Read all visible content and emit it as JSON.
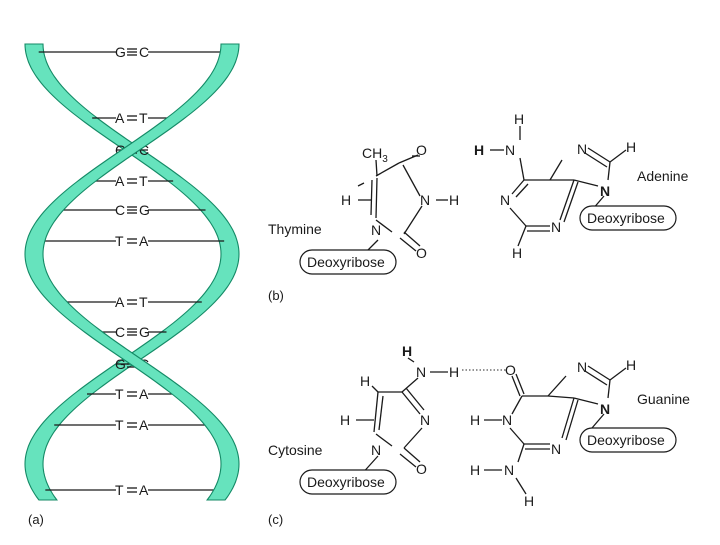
{
  "helix": {
    "colors": {
      "strand_fill": "#66e3bd",
      "strand_edge": "#148a66"
    },
    "pairs": [
      {
        "left": "G",
        "right": "C",
        "bonds": 3
      },
      {
        "left": "A",
        "right": "T",
        "bonds": 2
      },
      {
        "left": "G",
        "right": "C",
        "bonds": 3
      },
      {
        "left": "A",
        "right": "T",
        "bonds": 2
      },
      {
        "left": "C",
        "right": "G",
        "bonds": 3
      },
      {
        "left": "T",
        "right": "A",
        "bonds": 2
      },
      {
        "left": "A",
        "right": "T",
        "bonds": 2
      },
      {
        "left": "C",
        "right": "G",
        "bonds": 3
      },
      {
        "left": "G",
        "right": "C",
        "bonds": 3
      },
      {
        "left": "T",
        "right": "A",
        "bonds": 2
      },
      {
        "left": "T",
        "right": "A",
        "bonds": 2
      },
      {
        "left": "T",
        "right": "A",
        "bonds": 2
      }
    ]
  },
  "labels": {
    "panel_a": "(a)",
    "panel_b": "(b)",
    "panel_c": "(c)"
  },
  "thymine": {
    "name": "Thymine",
    "ch3": "CH",
    "ch3_sub": "3",
    "o": "O",
    "n": "N",
    "h": "H",
    "sugar": "Deoxyribose"
  },
  "adenine": {
    "name": "Adenine",
    "n": "N",
    "h": "H",
    "sugar": "Deoxyribose"
  },
  "cytosine": {
    "name": "Cytosine",
    "n": "N",
    "h": "H",
    "o": "O",
    "sugar": "Deoxyribose"
  },
  "guanine": {
    "name": "Guanine",
    "n": "N",
    "h": "H",
    "o": "O",
    "sugar": "Deoxyribose"
  }
}
